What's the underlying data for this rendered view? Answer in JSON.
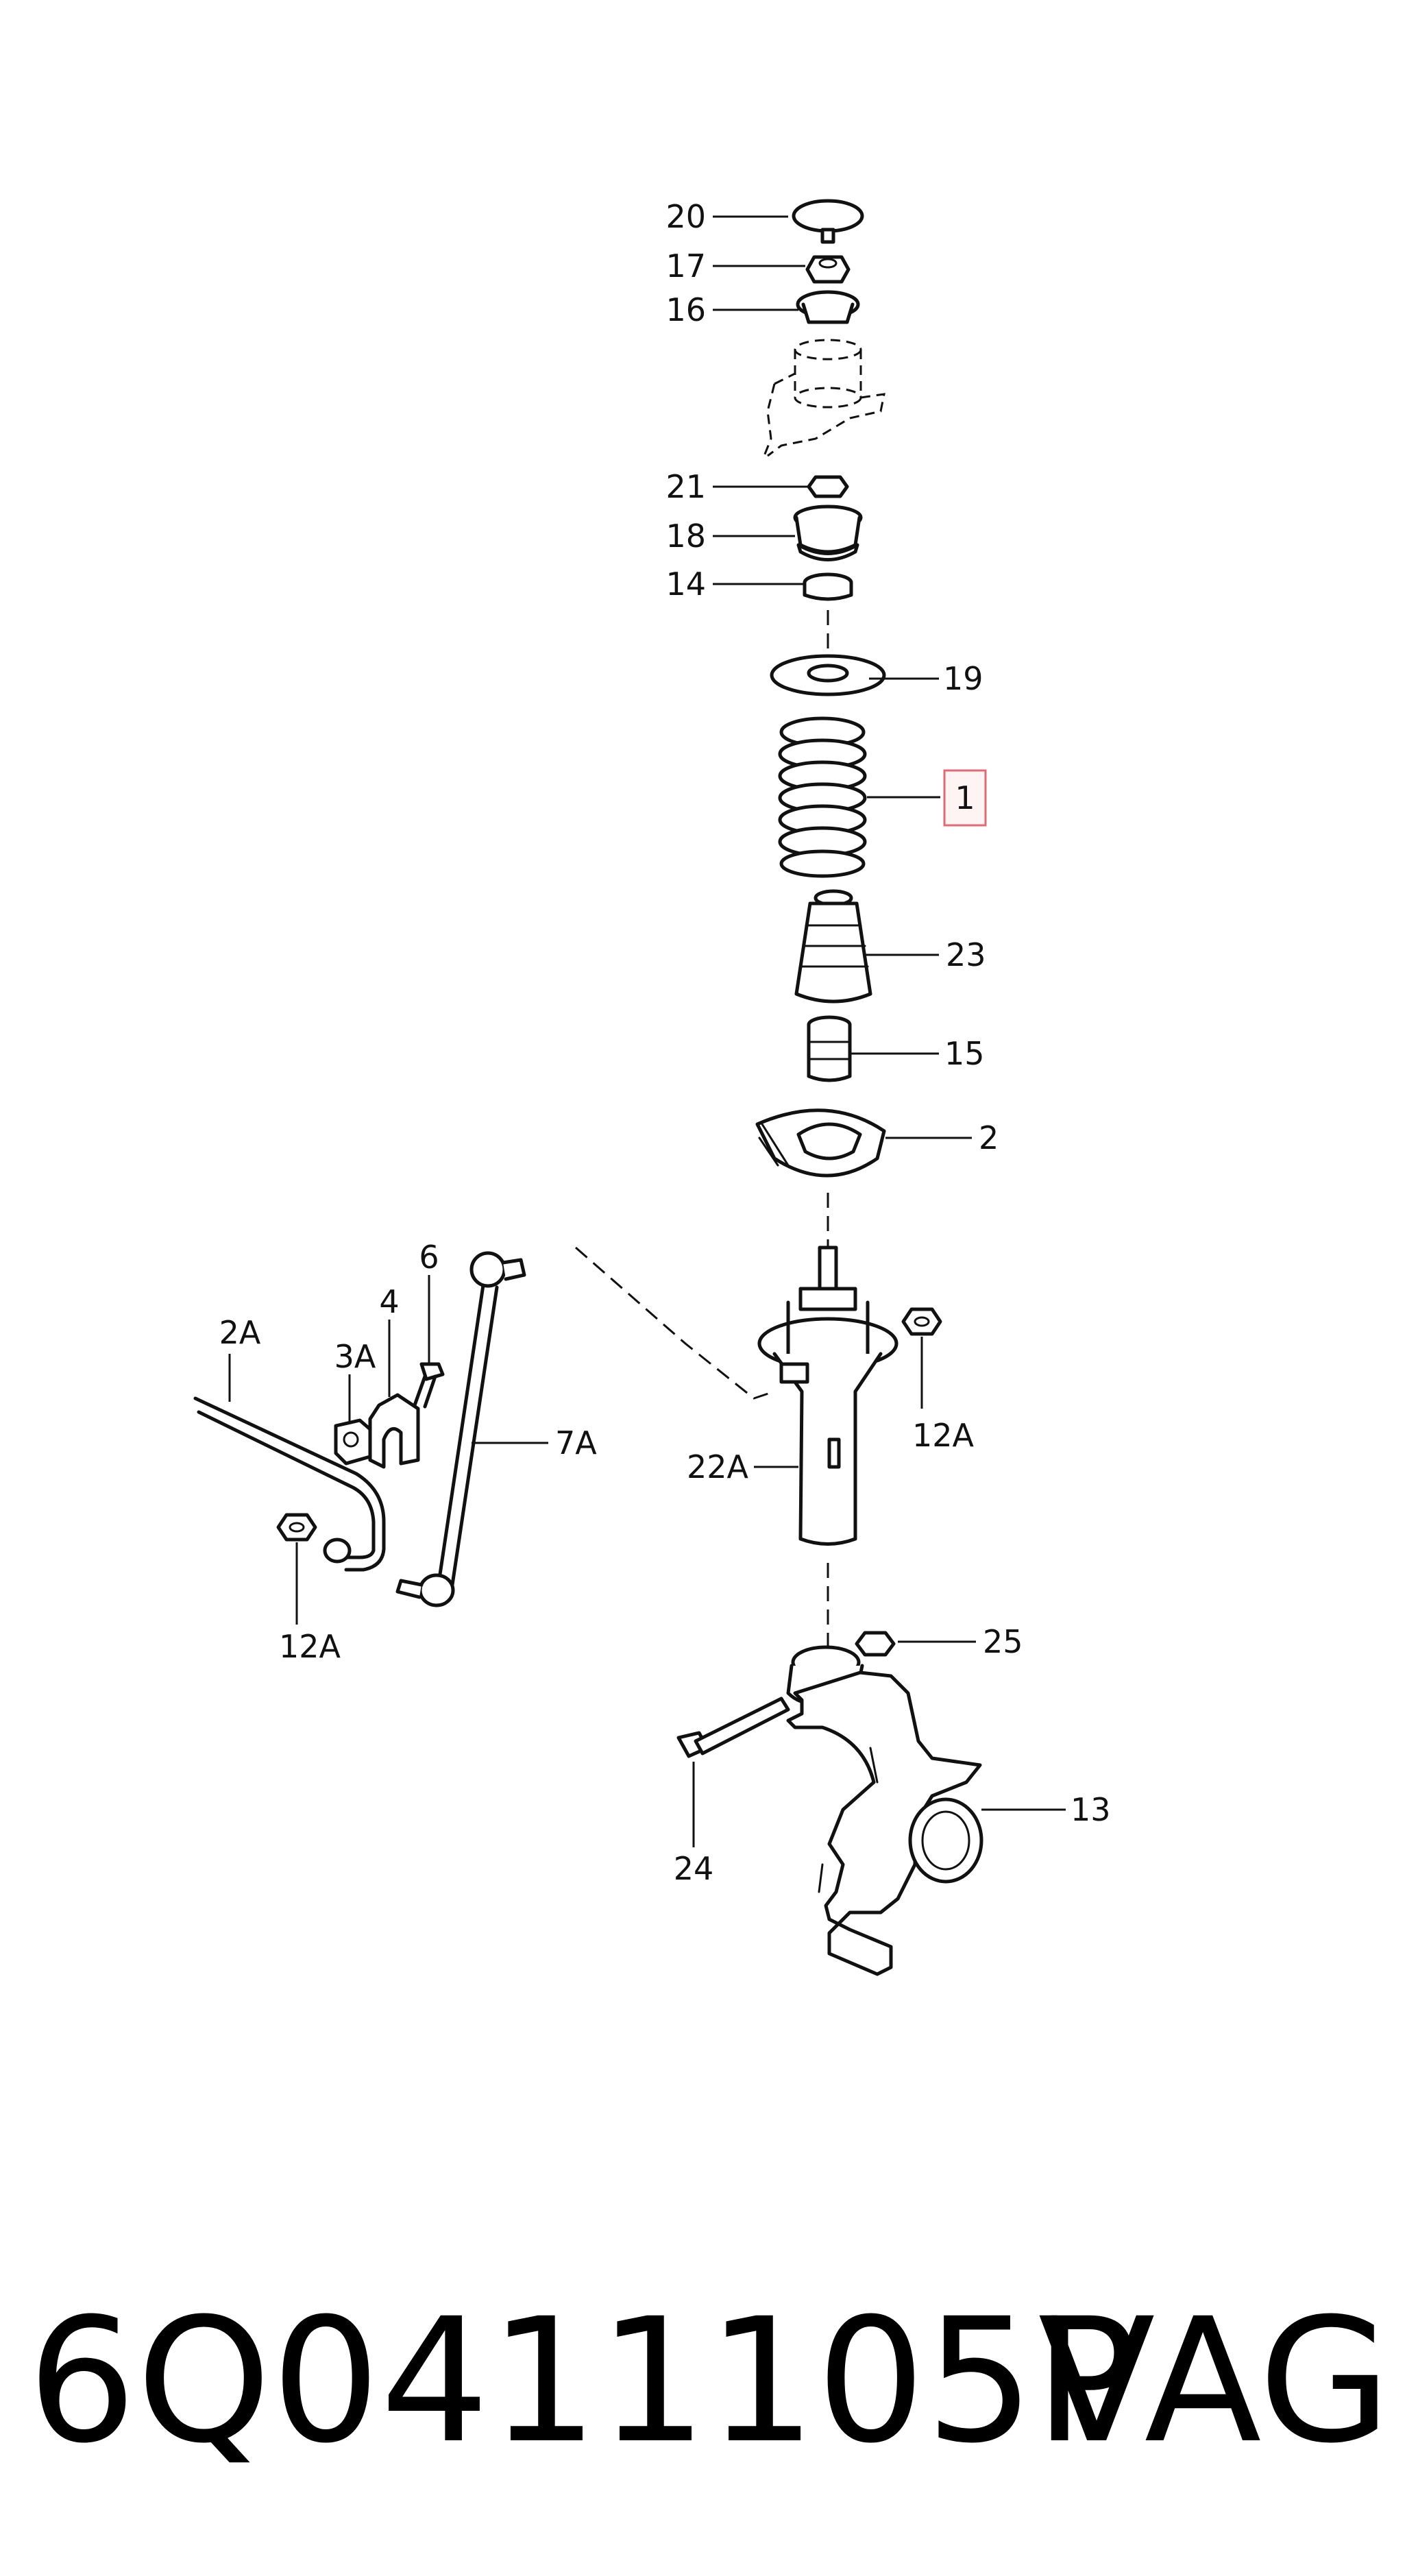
{
  "callouts": {
    "c20": "20",
    "c17": "17",
    "c16": "16",
    "c21": "21",
    "c18": "18",
    "c14": "14",
    "c19": "19",
    "c1": "1",
    "c23": "23",
    "c15": "15",
    "c2": "2",
    "c6": "6",
    "c4": "4",
    "c3A": "3A",
    "c2A": "2A",
    "c7A": "7A",
    "c22A": "22A",
    "c12A_right": "12A",
    "c12A_left": "12A",
    "c25": "25",
    "c13": "13",
    "c24": "24"
  },
  "highlighted_callout": "1",
  "footer": {
    "part_number": "6Q0411105P",
    "brand": "VAG"
  },
  "colors": {
    "line": "#111111",
    "highlight_border": "#e36a75",
    "highlight_fill": "#fff4f4"
  }
}
